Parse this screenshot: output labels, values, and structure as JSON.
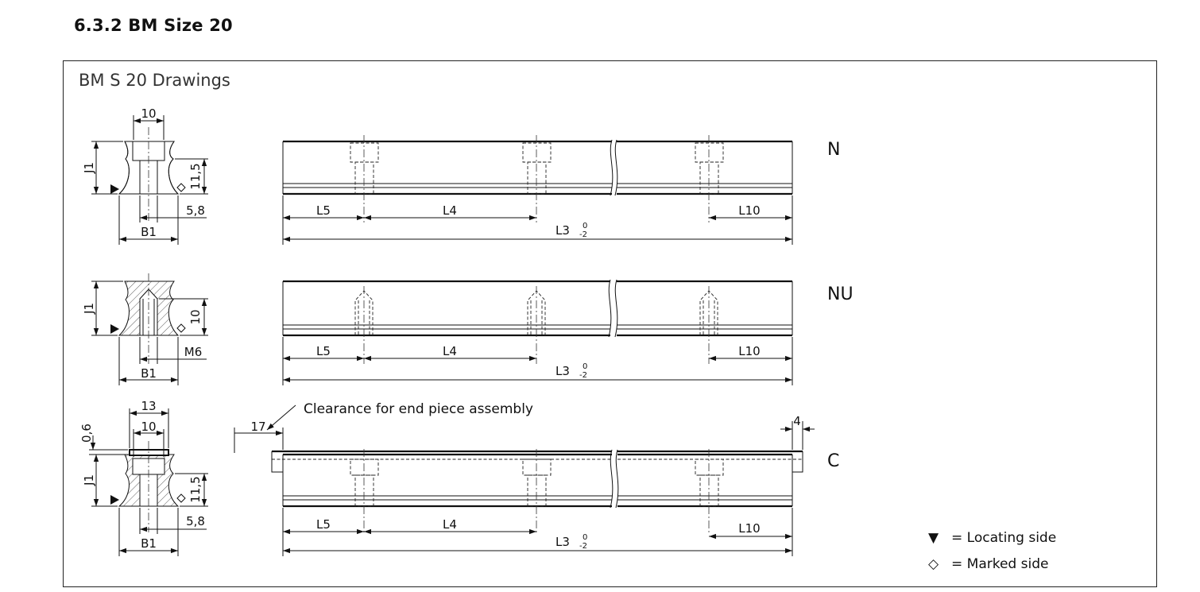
{
  "section_title": "6.3.2  BM Size 20",
  "frame_title": "BM S 20 Drawings",
  "variants": {
    "n": "N",
    "nu": "NU",
    "c": "C"
  },
  "dims": {
    "width_top": "10",
    "height_j1": "J1",
    "height_n": "11,5",
    "offset_n": "5,8",
    "width_b1": "B1",
    "height_nu": "10",
    "thread_nu": "M6",
    "width_c_outer": "13",
    "width_c_inner": "10",
    "height_c_cap": "0,6",
    "pitch_l4": "L4",
    "end_l5": "L5",
    "end_l10": "L10",
    "length_l3": "L3",
    "tol_upper": "0",
    "tol_lower": "-2",
    "clearance_value": "17",
    "end_value": "4"
  },
  "clearance_note": "Clearance for end piece assembly",
  "legend": {
    "locating_symbol": "▼",
    "locating_label": "= Locating side",
    "marked_symbol": "◇",
    "marked_label": "= Marked side"
  }
}
